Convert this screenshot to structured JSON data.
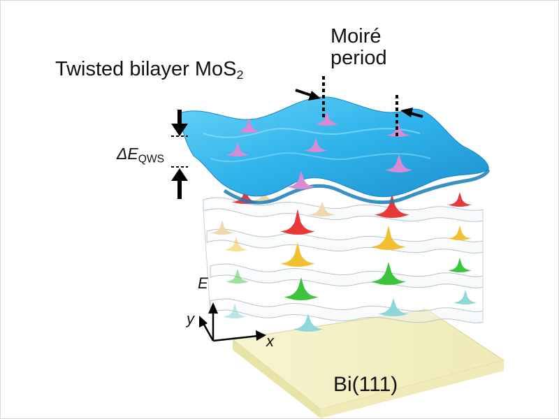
{
  "labels": {
    "title": "Twisted bilayer MoS",
    "title_sub": "2",
    "moire_line1": "Moiré",
    "moire_line2": "period",
    "delta_e": "ΔE",
    "delta_e_sub": "QWS",
    "axis_e": "E",
    "axis_y": "y",
    "axis_x": "x",
    "substrate": "Bi(111)"
  },
  "colors": {
    "top_sheet": "#2fb3ea",
    "substrate": "#f4f1c2",
    "peak_pink": "#d88bd4",
    "peak_red": "#e8393a",
    "peak_cream": "#eed9ad",
    "peak_yellow": "#f0c030",
    "peak_green": "#3cc43c",
    "peak_cyan": "#8fd6d8"
  }
}
